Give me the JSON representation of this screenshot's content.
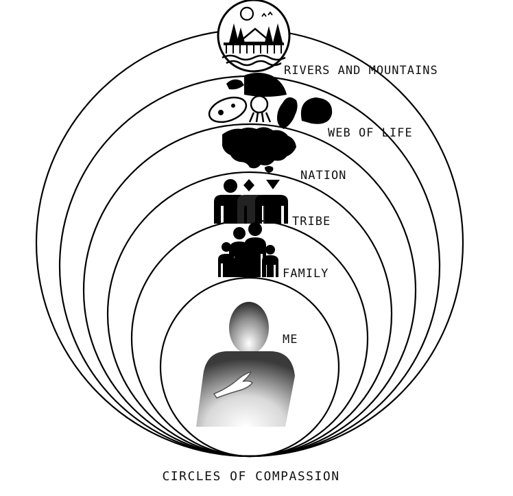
{
  "diagram": {
    "title": "CIRCLES OF COMPASSION",
    "rings": [
      {
        "label": "RIVERS AND MOUNTAINS",
        "icon": "landscape-emblem-icon"
      },
      {
        "label": "WEB OF LIFE",
        "icon": "animals-icon"
      },
      {
        "label": "NATION",
        "icon": "country-map-icon"
      },
      {
        "label": "TRIBE",
        "icon": "group-of-people-icon"
      },
      {
        "label": "FAMILY",
        "icon": "family-icon"
      },
      {
        "label": "ME",
        "icon": "person-pointing-to-self-icon"
      }
    ],
    "colors": {
      "stroke": "#000000",
      "background": "#ffffff",
      "text": "#111111"
    }
  }
}
